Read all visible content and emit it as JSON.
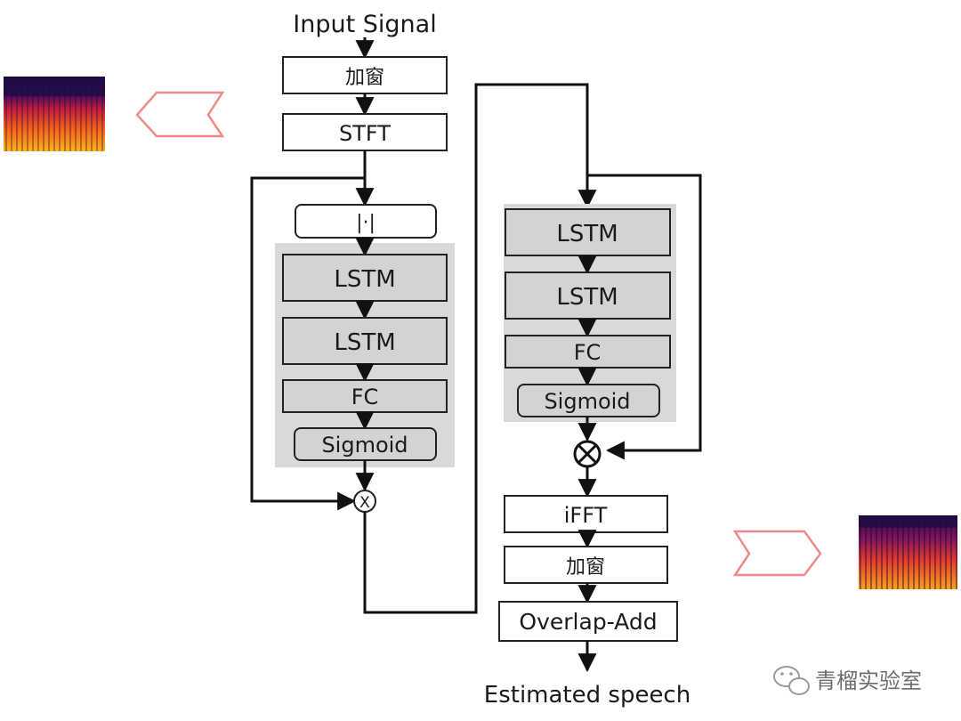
{
  "diagram": {
    "input_label": "Input Signal",
    "output_label": "Estimated speech",
    "stage1": {
      "window": "加窗",
      "stft": "STFT",
      "abs": "|·|",
      "lstm1": "LSTM",
      "lstm2": "LSTM",
      "fc": "FC",
      "sigmoid": "Sigmoid",
      "multiply": "X"
    },
    "stage2": {
      "lstm1": "LSTM",
      "lstm2": "LSTM",
      "fc": "FC",
      "sigmoid": "Sigmoid",
      "ifft": "iFFT",
      "window": "加窗",
      "overlap_add": "Overlap-Add"
    }
  },
  "watermark": {
    "text": "青榴实验室",
    "icon": "wechat-icon"
  },
  "colors": {
    "box_fill": "#ffffff",
    "block_fill": "#d3d3d3",
    "group_fill": "#d9d9d9",
    "line": "#111111",
    "chevron": "#f08a8a"
  }
}
